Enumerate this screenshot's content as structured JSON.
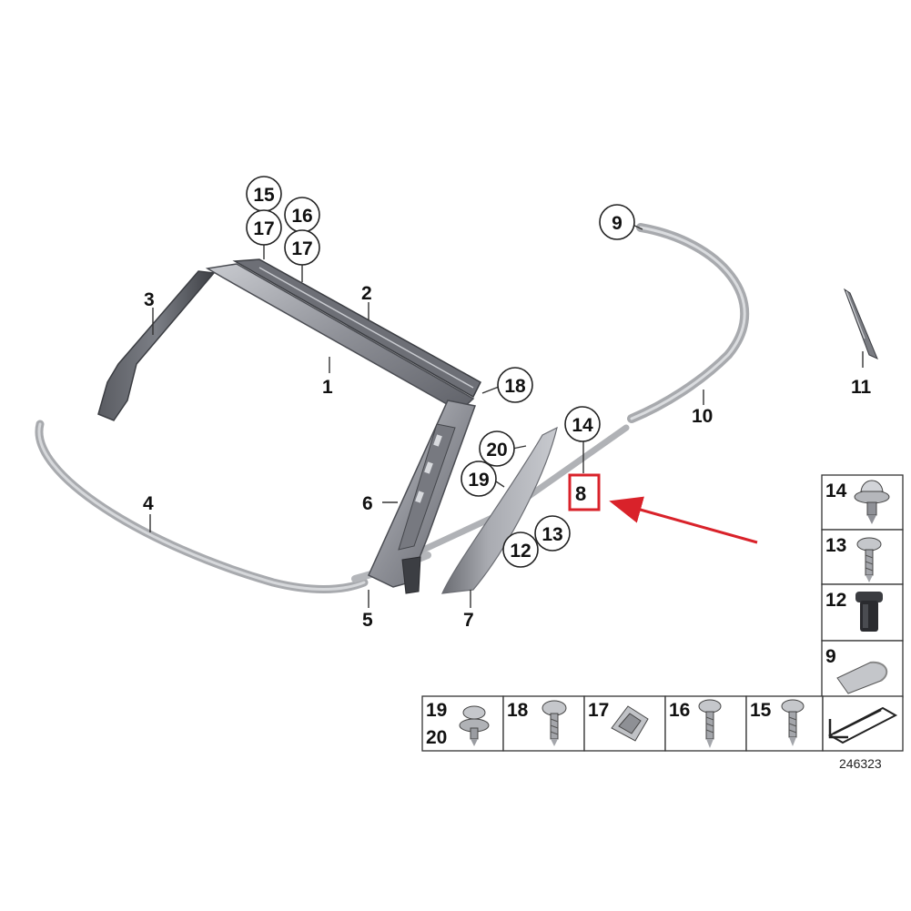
{
  "diagram_code": "246323",
  "highlight_color": "#d9222a",
  "labels": {
    "p1": "1",
    "p2": "2",
    "p3": "3",
    "p4": "4",
    "p5": "5",
    "p6": "6",
    "p7": "7",
    "p8": "8",
    "p10": "10",
    "p11": "11"
  },
  "callouts": {
    "c15": "15",
    "c16": "16",
    "c17a": "17",
    "c17b": "17",
    "c18": "18",
    "c9": "9",
    "c14": "14",
    "c20": "20",
    "c19": "19",
    "c12": "12",
    "c13": "13"
  },
  "side_cells": {
    "s14": "14",
    "s13": "13",
    "s12": "12",
    "s9": "9"
  },
  "bottom_cells": {
    "b19": "19",
    "b20": "20",
    "b18": "18",
    "b17": "17",
    "b16": "16",
    "b15": "15"
  },
  "icons": [
    "clip-icon",
    "screw-icon",
    "grommet-icon",
    "bracket-icon",
    "spring-clip-icon",
    "self-tapping-screw-icon",
    "arrow-mark-icon"
  ]
}
